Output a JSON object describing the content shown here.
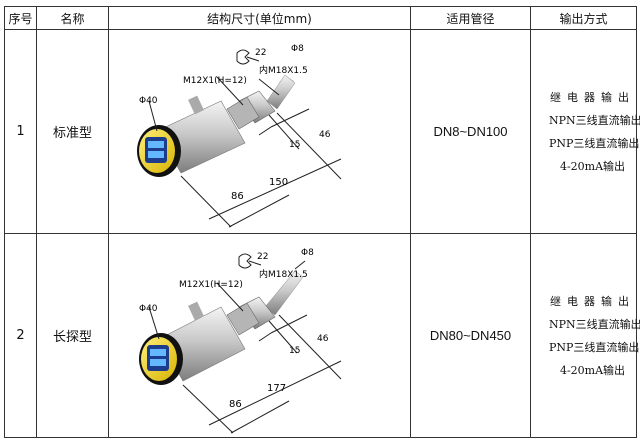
{
  "header": {
    "col_index": "序号",
    "col_name": "名称",
    "col_dims": "结构尺寸(单位mm)",
    "col_pipe": "适用管径",
    "col_output": "输出方式"
  },
  "rows": [
    {
      "index": "1",
      "name": "标准型",
      "pipe": "DN8~DN100",
      "dims": {
        "wrench": "22",
        "inner_thread": "内M18X1.5",
        "probe_dia": "Φ8",
        "thread": "M12X1(H=12)",
        "body_dia": "Φ40",
        "d15": "15",
        "d46": "46",
        "d86": "86",
        "total": "150"
      },
      "outputs": [
        "继电器输出",
        "NPN三线直流输出",
        "PNP三线直流输出",
        "4-20mA输出"
      ]
    },
    {
      "index": "2",
      "name": "长探型",
      "pipe": "DN80~DN450",
      "dims": {
        "wrench": "22",
        "inner_thread": "内M18X1.5",
        "probe_dia": "Φ8",
        "thread": "M12X1(H=12)",
        "body_dia": "Φ40",
        "d15": "15",
        "d46": "46",
        "d86": "86",
        "total": "177"
      },
      "outputs": [
        "继电器输出",
        "NPN三线直流输出",
        "PNP三线直流输出",
        "4-20mA输出"
      ]
    }
  ],
  "colors": {
    "body_metal": "#c8c8c8",
    "display_bezel": "#f2d21a",
    "display_screen": "#1d3c8c",
    "line": "#222222"
  }
}
